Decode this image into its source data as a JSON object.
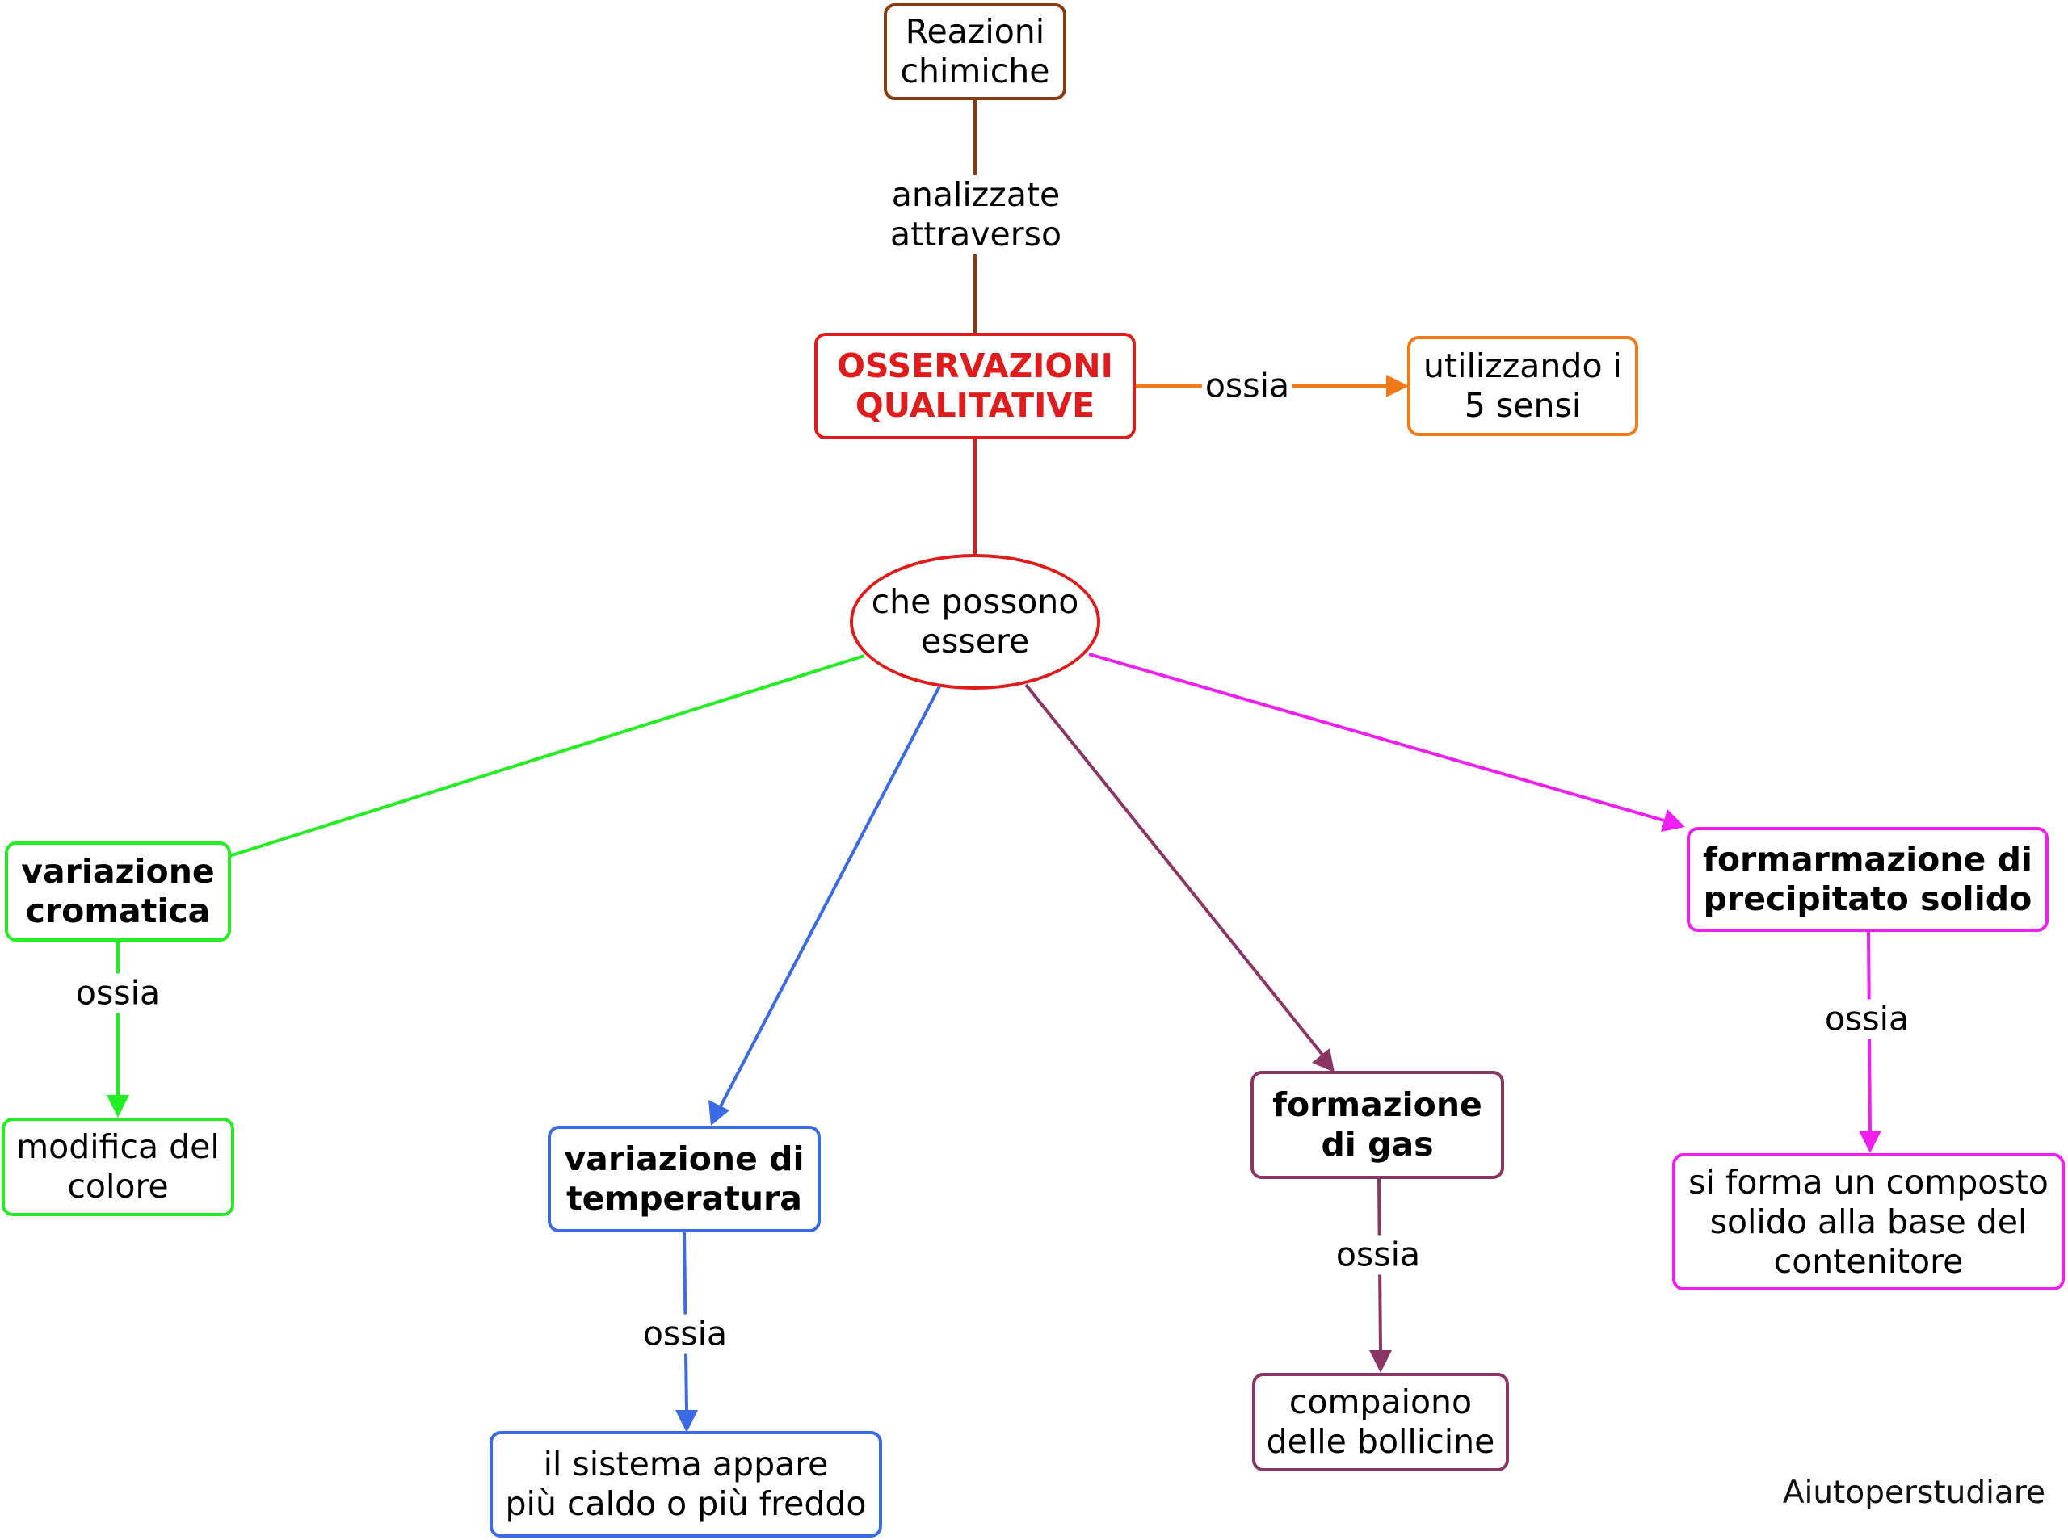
{
  "nodes": {
    "reazioni": "Reazioni\nchimiche",
    "osservazioni": "OSSERVAZIONI\nQUALITATIVE",
    "sensi": "utilizzando i\n5 sensi",
    "possono": "che possono\nessere",
    "cromatica": "variazione\ncromatica",
    "colore": "modifica del\ncolore",
    "temperatura": "variazione di\ntemperatura",
    "caldo": "il sistema appare\npiù caldo o più freddo",
    "gas": "formazione\ndi gas",
    "bollicine": "compaiono\ndelle bollicine",
    "precipitato": "formarmazione di\nprecipitato solido",
    "composto": "si forma un composto\nsolido alla base del\ncontenitore"
  },
  "link_labels": {
    "analizzate": "analizzate\nattraverso",
    "ossia_sensi": "ossia",
    "ossia_cromatica": "ossia",
    "ossia_temperatura": "ossia",
    "ossia_gas": "ossia",
    "ossia_precipitato": "ossia"
  },
  "credit": "Aiutoperstudiare",
  "colors": {
    "brown": "#8b3a0f",
    "red": "#e01b1b",
    "orange": "#f07a1a",
    "green": "#22ee22",
    "blue": "#3a6ae6",
    "plum": "#8b3565",
    "magenta": "#f01ef0"
  }
}
